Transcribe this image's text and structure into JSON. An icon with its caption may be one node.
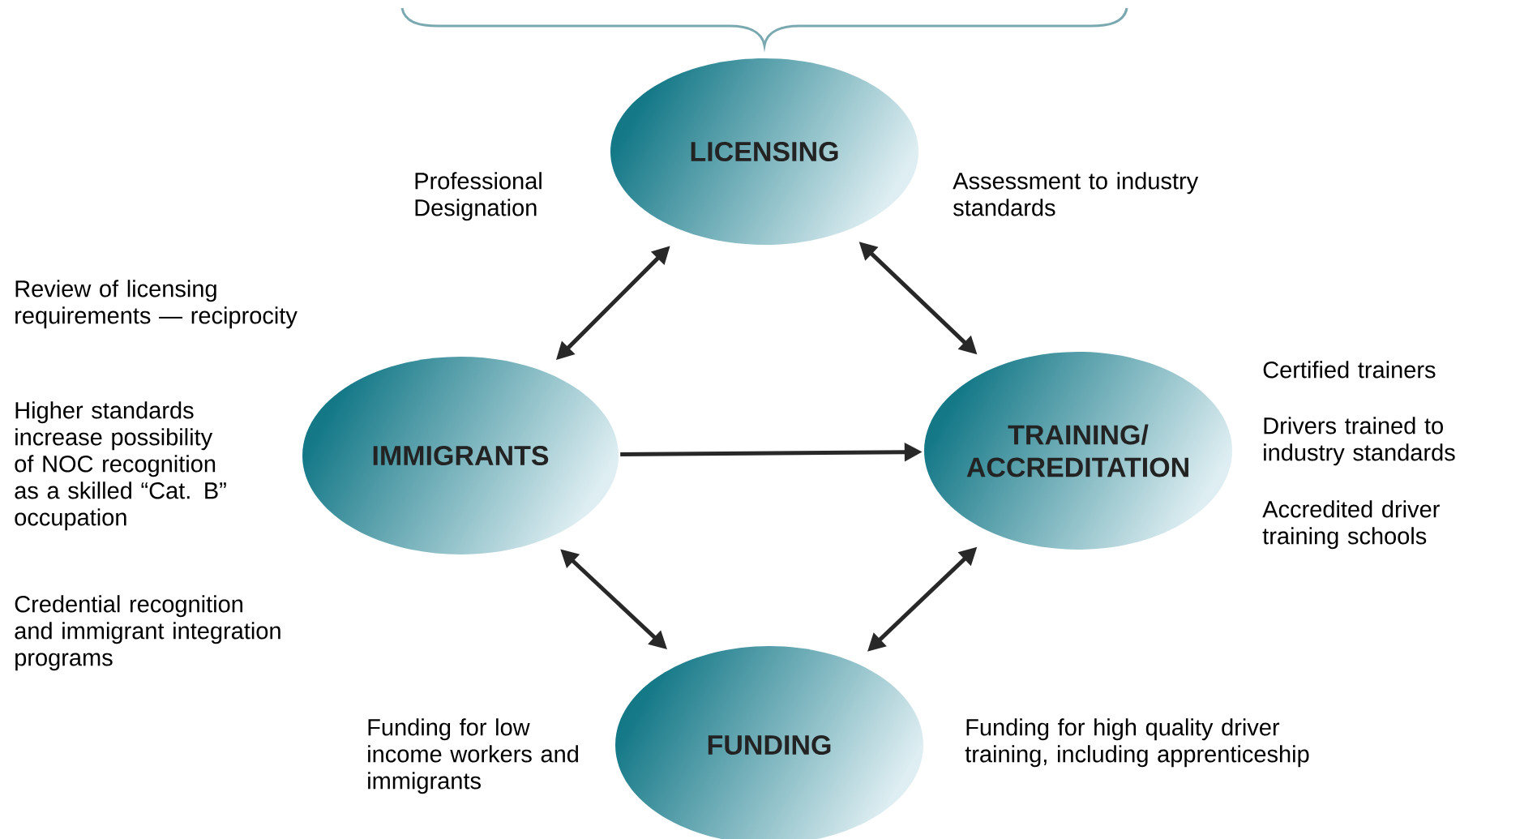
{
  "diagram": {
    "nodes": [
      {
        "text": [
          "LICENSING"
        ]
      },
      {
        "text": [
          "IMMIGRANTS"
        ],
        "beside": [
          "Review of licensing requirements — reciprocity",
          "Higher standards increase possibility of NOC recognition as a skilled “Cat. B” occupation",
          "Credential recognition and immigrant integration programs"
        ]
      },
      {
        "text": [
          "TRAINING/ ACCREDITATION"
        ],
        "beside": [
          "Certified trainers",
          "Drivers trained to industry standards",
          "Accredited driver training schools"
        ]
      },
      {
        "text": [
          "FUNDING"
        ]
      }
    ],
    "edges": [
      {
        "from": 0,
        "to": 1,
        "arrow": "both"
      },
      {
        "from": 0,
        "to": 2,
        "arrow": "both"
      },
      {
        "from": 1,
        "to": 2,
        "arrow": "to"
      },
      {
        "from": 1,
        "to": 3,
        "arrow": "both"
      },
      {
        "from": 2,
        "to": 3,
        "arrow": "both"
      }
    ],
    "labels": [
      "Professional Designation",
      "Assessment to industry standards",
      "Funding for low income workers and immigrants",
      "Funding for high quality driver training, including apprenticeship"
    ]
  }
}
